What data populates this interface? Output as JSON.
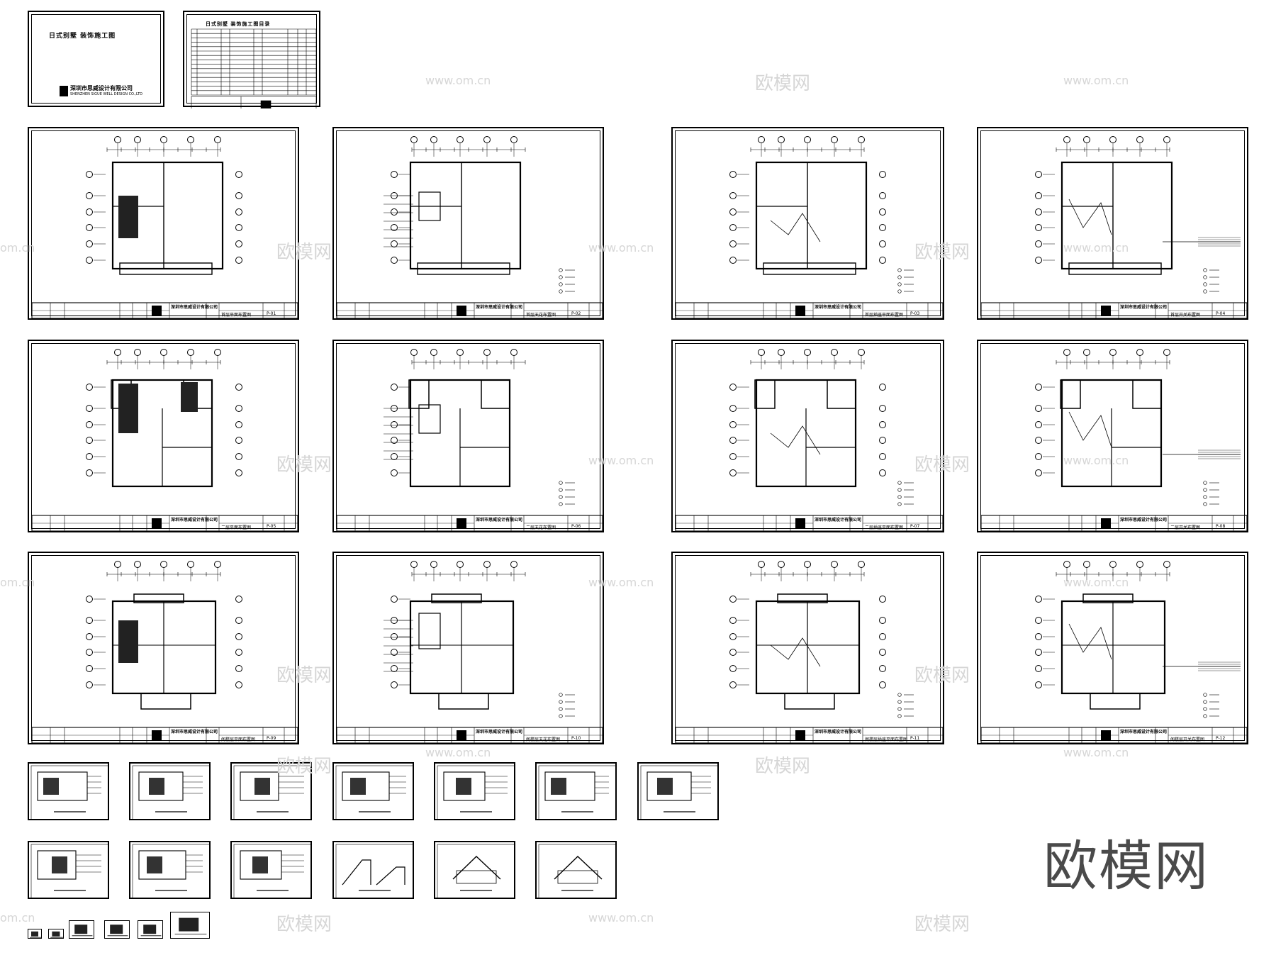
{
  "cover": {
    "title": "日式别墅 装饰施工图",
    "company": "深圳市思威设计有限公司",
    "company_en": "SHENZHEN SIGUE WELL DESIGN CO.,LTD"
  },
  "index_sheet": {
    "title": "日式别墅 装饰施工图目录"
  },
  "plan_sheets": [
    {
      "company": "深圳市思威设计有限公司",
      "sheet": "首层平面布置图",
      "code": "P-01"
    },
    {
      "company": "深圳市思威设计有限公司",
      "sheet": "首层天花布置图",
      "code": "P-02"
    },
    {
      "company": "深圳市思威设计有限公司",
      "sheet": "首层插座平面布置图",
      "code": "P-03"
    },
    {
      "company": "深圳市思威设计有限公司",
      "sheet": "首层开关布置图",
      "code": "P-04"
    },
    {
      "company": "深圳市思威设计有限公司",
      "sheet": "二层平面布置图",
      "code": "P-05"
    },
    {
      "company": "深圳市思威设计有限公司",
      "sheet": "二层天花布置图",
      "code": "P-06"
    },
    {
      "company": "深圳市思威设计有限公司",
      "sheet": "二层插座平面布置图",
      "code": "P-07"
    },
    {
      "company": "深圳市思威设计有限公司",
      "sheet": "二层开关布置图",
      "code": "P-08"
    },
    {
      "company": "深圳市思威设计有限公司",
      "sheet": "阁楼层平面布置图",
      "code": "P-09"
    },
    {
      "company": "深圳市思威设计有限公司",
      "sheet": "阁楼层天花布置图",
      "code": "P-10"
    },
    {
      "company": "深圳市思威设计有限公司",
      "sheet": "阁楼层插座平面布置图",
      "code": "P-11"
    },
    {
      "company": "深圳市思威设计有限公司",
      "sheet": "阁楼层开关布置图",
      "code": "P-12"
    }
  ],
  "watermarks": {
    "logo_text": "欧模网",
    "url_text": "www.om.cn",
    "url_fragment": "om.cn"
  },
  "brand_mark": "欧模网"
}
